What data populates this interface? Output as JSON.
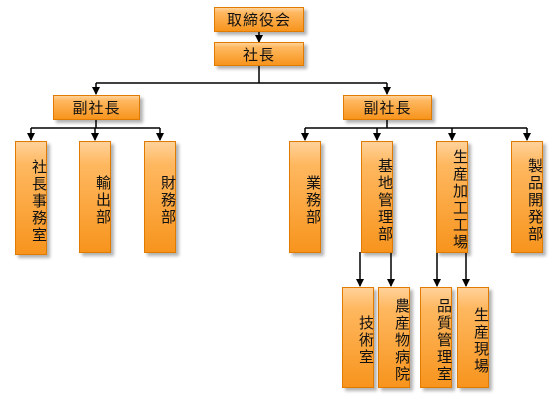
{
  "org": {
    "board": "取締役会",
    "president": "社長",
    "vp_left": "副社長",
    "vp_right": "副社長",
    "presidents_office": "社長事務室",
    "export": "輸出部",
    "finance": "財務部",
    "business": "業務部",
    "base_management": "基地管理部",
    "production_plant": "生産加工工場",
    "product_development": "製品開発部",
    "technical_office": "技術室",
    "agri_product_clinic": "農産物病院",
    "quality_control": "品質管理室",
    "production_site": "生産現場"
  },
  "colors": {
    "box_fill": "#f7941d",
    "box_border": "#e07b00",
    "connector": "#000000"
  }
}
